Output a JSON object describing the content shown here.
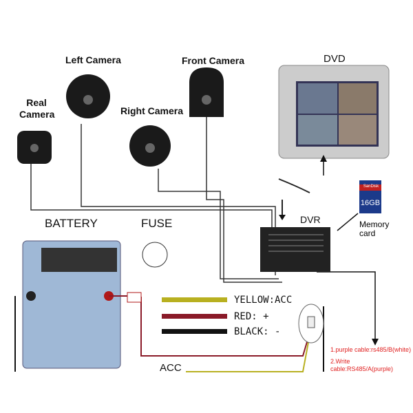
{
  "labels": {
    "left_camera": "Left Camera",
    "front_camera": "Front Camera",
    "real_camera": "Real Camera",
    "right_camera": "Right Camera",
    "dvd": "DVD",
    "dvr": "DVR",
    "memory_card": "Memory card",
    "battery": "BATTERY",
    "fuse": "FUSE",
    "yellow": "YELLOW:ACC",
    "red": "RED: +",
    "black": "BLACK: -",
    "acc": "ACC",
    "note1": "1.purple cable:rs485/B(white)",
    "note2": "2.Write cable:RS485/A(purple)"
  },
  "sd_card": {
    "brand": "SanDisk",
    "capacity": "16GB"
  },
  "colors": {
    "yellow_wire": "#b8b020",
    "red_wire": "#8a1a28",
    "black_wire": "#111111",
    "note_text": "#e02020"
  }
}
